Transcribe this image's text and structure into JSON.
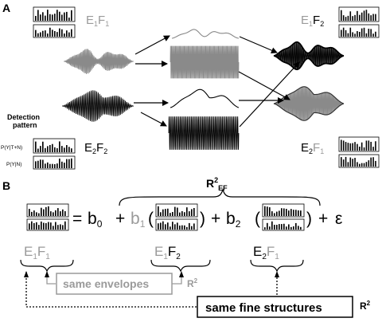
{
  "panel_a": {
    "label": "A",
    "conditions": {
      "e1f1": {
        "e": "E",
        "e_sub": "1",
        "f": "F",
        "f_sub": "1"
      },
      "e2f2": {
        "e": "E",
        "e_sub": "2",
        "f": "F",
        "f_sub": "2"
      },
      "e1f2": {
        "e": "E",
        "e_sub": "1",
        "f": "F",
        "f_sub": "2"
      },
      "e2f1": {
        "e": "E",
        "e_sub": "2",
        "f": "F",
        "f_sub": "1"
      }
    },
    "detection_pattern": {
      "title_line1": "Detection",
      "title_line2": "pattern",
      "row1_label": "P(Y|T+N)",
      "row2_label": "P(Y|N)"
    }
  },
  "panel_b": {
    "label": "B",
    "equation": {
      "equals": "=",
      "b0": "b",
      "b0_sub": "0",
      "plus1": "+",
      "b1": "b",
      "b1_sub": "1",
      "open1": "(",
      "close1": ")",
      "plus2": "+",
      "b2": "b",
      "b2_sub": "2",
      "open2": "(",
      "close2": ")",
      "plus3": "+",
      "epsilon": "ε"
    },
    "r2_ef": {
      "r": "R",
      "sup": "2",
      "sub": "EF"
    },
    "bottom_labels": {
      "e1f1": {
        "e": "E",
        "e_sub": "1",
        "f": "F",
        "f_sub": "1"
      },
      "e1f2": {
        "e": "E",
        "e_sub": "1",
        "f": "F",
        "f_sub": "2"
      },
      "e2f1": {
        "e": "E",
        "e_sub": "2",
        "f": "F",
        "f_sub": "1"
      }
    },
    "same_envelopes": {
      "label": "same envelopes",
      "r": "R",
      "sup": "2"
    },
    "same_fine_structures": {
      "label": "same fine structures",
      "r": "R",
      "sup": "2"
    }
  },
  "colors": {
    "gray": "#9a9a9a",
    "black": "#000000",
    "dark_fill": "#3a3a3a",
    "light_fill": "#b8b8b8"
  }
}
